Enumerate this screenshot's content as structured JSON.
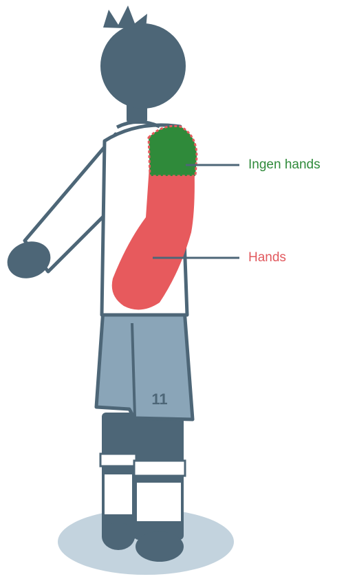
{
  "labels": {
    "no_handball": "Ingen hands",
    "handball": "Hands"
  },
  "shorts": {
    "number": "11"
  },
  "colors": {
    "outline": "#4d6677",
    "shorts": "#8aa5b8",
    "shadow": "#c3d3de",
    "handball_zone": "#e75a5d",
    "no_handball_zone": "#2f8a3a",
    "no_handball_text": "#2f8a3a",
    "handball_text": "#e1595e",
    "shirt": "#ffffff"
  }
}
